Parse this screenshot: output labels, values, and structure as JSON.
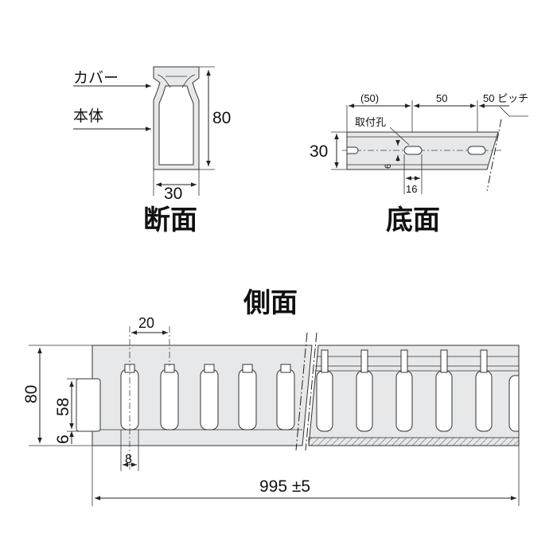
{
  "titles": {
    "section": "断面",
    "bottom": "底面",
    "side": "側面"
  },
  "section_view": {
    "cover_label": "カバー",
    "body_label": "本体",
    "height_dim": "80",
    "width_dim": "30"
  },
  "bottom_view": {
    "pitch_start": "(50)",
    "pitch_mid": "50",
    "pitch_end": "50 ピッチ",
    "hole_label": "取付孔",
    "height_dim": "30",
    "slot_height": "6",
    "slot_length": "16"
  },
  "side_view": {
    "top_pitch": "20",
    "height_dim": "80",
    "slot_dim": "58",
    "bottom_dim": "6",
    "slot_width": "8",
    "length_dim": "995 ±5"
  }
}
